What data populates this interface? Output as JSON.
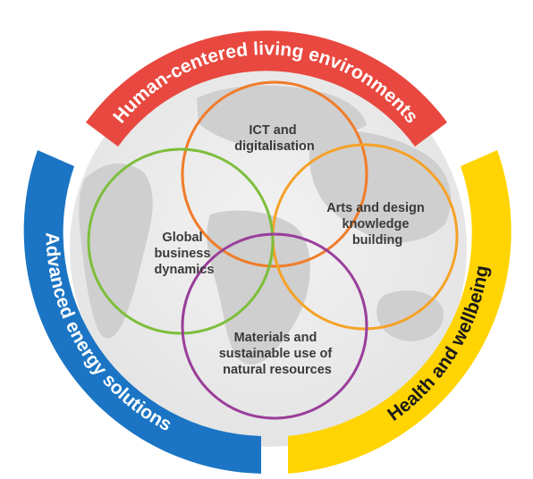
{
  "diagram": {
    "outer_ring": [
      {
        "id": "top",
        "label": "Human-centered living environments",
        "color": "#E8483F",
        "text_color": "#ffffff"
      },
      {
        "id": "left",
        "label": "Advanced energy solutions",
        "color": "#1B75C4",
        "text_color": "#ffffff"
      },
      {
        "id": "right",
        "label": "Health and wellbeing",
        "color": "#FFD400",
        "text_color": "#1a1a1a"
      }
    ],
    "circles": [
      {
        "id": "ict",
        "lines": [
          "ICT and",
          "digitalisation"
        ],
        "color": "#F07C2A"
      },
      {
        "id": "arts",
        "lines": [
          "Arts and design",
          "knowledge",
          "building"
        ],
        "color": "#F5A227"
      },
      {
        "id": "global",
        "lines": [
          "Global",
          "business",
          "dynamics"
        ],
        "color": "#7DBE3C"
      },
      {
        "id": "materials",
        "lines": [
          "Materials and",
          "sustainable use of",
          "natural resources"
        ],
        "color": "#9A3E9A"
      }
    ],
    "background": {
      "map_color": "#e9e9e9",
      "land_color": "#c9c9c9"
    }
  }
}
